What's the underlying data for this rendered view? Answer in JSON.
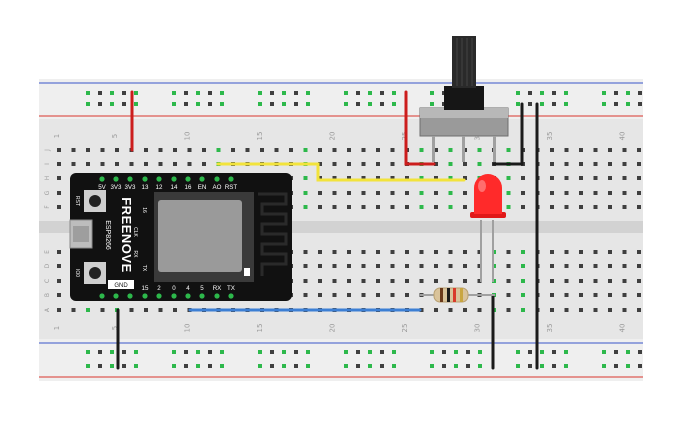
{
  "breadboard": {
    "column_numbers": [
      "1",
      "5",
      "10",
      "15",
      "20",
      "25",
      "30",
      "35",
      "40"
    ],
    "row_letters_top": [
      "J",
      "I",
      "H",
      "G",
      "F"
    ],
    "row_letters_bottom": [
      "E",
      "D",
      "C",
      "B",
      "A"
    ]
  },
  "board": {
    "brand": "FREENOVE",
    "model": "ESP8266",
    "top_pins": [
      "5V",
      "3V3",
      "3V3",
      "13",
      "12",
      "14",
      "16",
      "EN",
      "AO",
      "RST"
    ],
    "bottom_pins": [
      "15",
      "2",
      "0",
      "4",
      "5",
      "RX",
      "TX"
    ],
    "side_labels": [
      "16",
      "CLK",
      "RX",
      "TX"
    ],
    "gnd_label": "GND",
    "button_labels": [
      "RST",
      "IO0"
    ]
  },
  "colors": {
    "rail_red": "#d9342c",
    "rail_blue": "#3a55c8",
    "hole_green": "#2db84b",
    "wire_red": "#cc1d1d",
    "wire_yellow": "#f2e33b",
    "wire_blue": "#3c7fd4",
    "wire_black": "#1a1a1a",
    "led": "#ff2a2a",
    "board": "#111111"
  },
  "components": [
    "potentiometer-icon",
    "red-led-icon",
    "resistor-icon",
    "esp8266-board-icon"
  ]
}
